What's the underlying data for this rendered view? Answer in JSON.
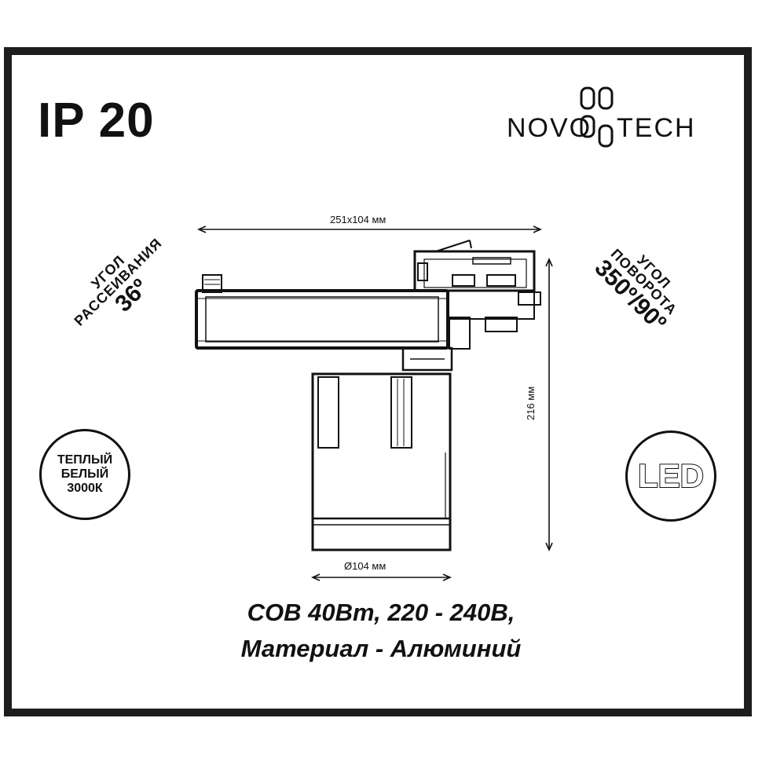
{
  "badge_ip": "IP 20",
  "brand": "NOVOTECH",
  "dimensions": {
    "overall": "251x104 мм",
    "height": "216 мм",
    "diameter": "Ø104 мм"
  },
  "beam_angle": {
    "label_line1": "УГОЛ",
    "label_line2": "РАССЕИВАНИЯ",
    "value": "36º"
  },
  "rotation_angle": {
    "label_line1": "УГОЛ",
    "label_line2": "ПОВОРОТА",
    "value": "350º/90º"
  },
  "color_temp": {
    "line1": "ТЕПЛЫЙ",
    "line2": "БЕЛЫЙ",
    "line3": "3000К"
  },
  "led_badge": "LED",
  "specs": {
    "line1": "COB 40Вт, 220 - 240В,",
    "line2": "Материал - Алюминий"
  }
}
